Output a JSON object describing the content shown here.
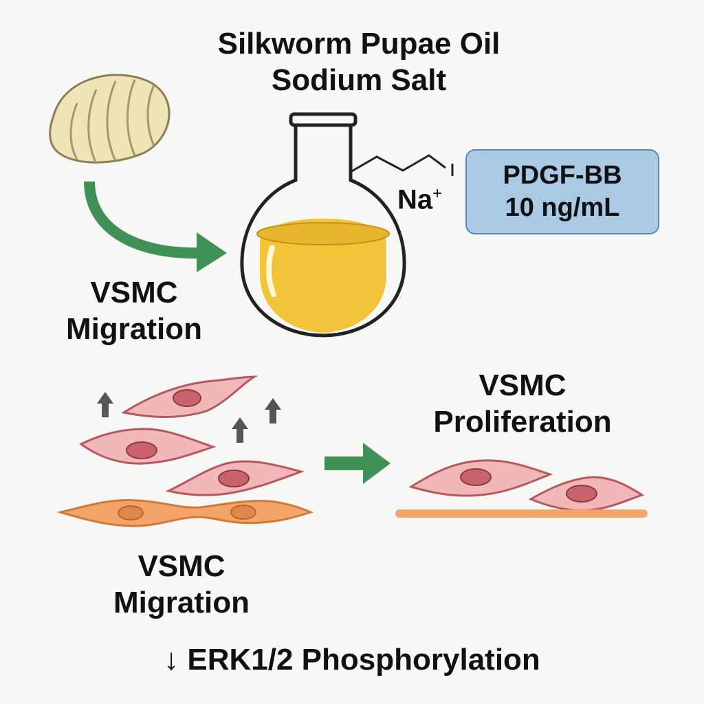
{
  "title": {
    "line1": "Silkworm Pupae Oil",
    "line2": "Sodium Salt"
  },
  "box": {
    "line1": "PDGF-BB",
    "line2": "10 ng/mL"
  },
  "salt_ion": {
    "symbol": "Na",
    "charge": "+"
  },
  "labels": {
    "top_left": {
      "line1": "VSMC",
      "line2": "Migration"
    },
    "bottom_left": {
      "line1": "VSMC",
      "line2": "Migration"
    },
    "right": {
      "line1": "VSMC",
      "line2": "Proliferation"
    },
    "erk": "↓ ERK1/2 Phosphorylation"
  },
  "colors": {
    "background": "#f7f7f5",
    "arrow_green": "#3f9157",
    "oil_yellow": "#f2c43a",
    "cell_pink": "#f2b7b7",
    "cell_nucleus": "#c9636b",
    "cell_orange": "#f3a46a",
    "box_blue": "#a9c9e4",
    "up_arrow_gray": "#555555"
  }
}
